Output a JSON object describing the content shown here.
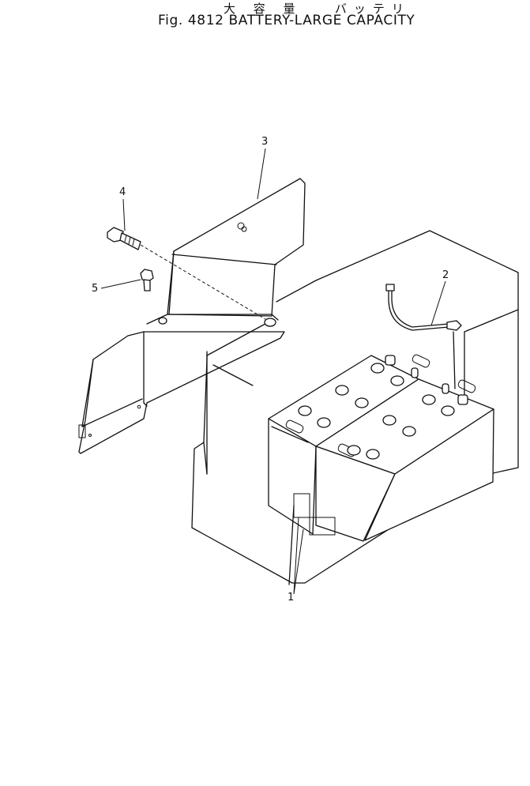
{
  "header": {
    "japanese_title": "大 容 量   バッテリ",
    "figure_title": "Fig. 4812 BATTERY-LARGE CAPACITY"
  },
  "callouts": {
    "item_1": "1",
    "item_2": "2",
    "item_3": "3",
    "item_4": "4",
    "item_5": "5"
  }
}
